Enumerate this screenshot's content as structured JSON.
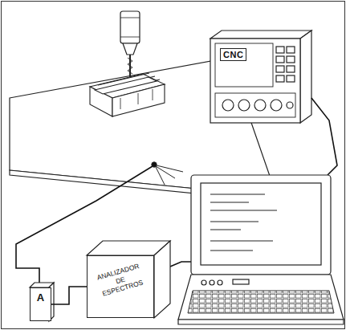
{
  "diagram": {
    "nodes": [
      {
        "text": [
          "CNC"
        ]
      },
      {
        "text": [
          "A"
        ]
      },
      {
        "text": [
          "ANALIZADOR DE ESPECTROS"
        ]
      }
    ],
    "edges": [
      {
        "from": 1,
        "to": 2,
        "arrow": "none"
      }
    ]
  }
}
